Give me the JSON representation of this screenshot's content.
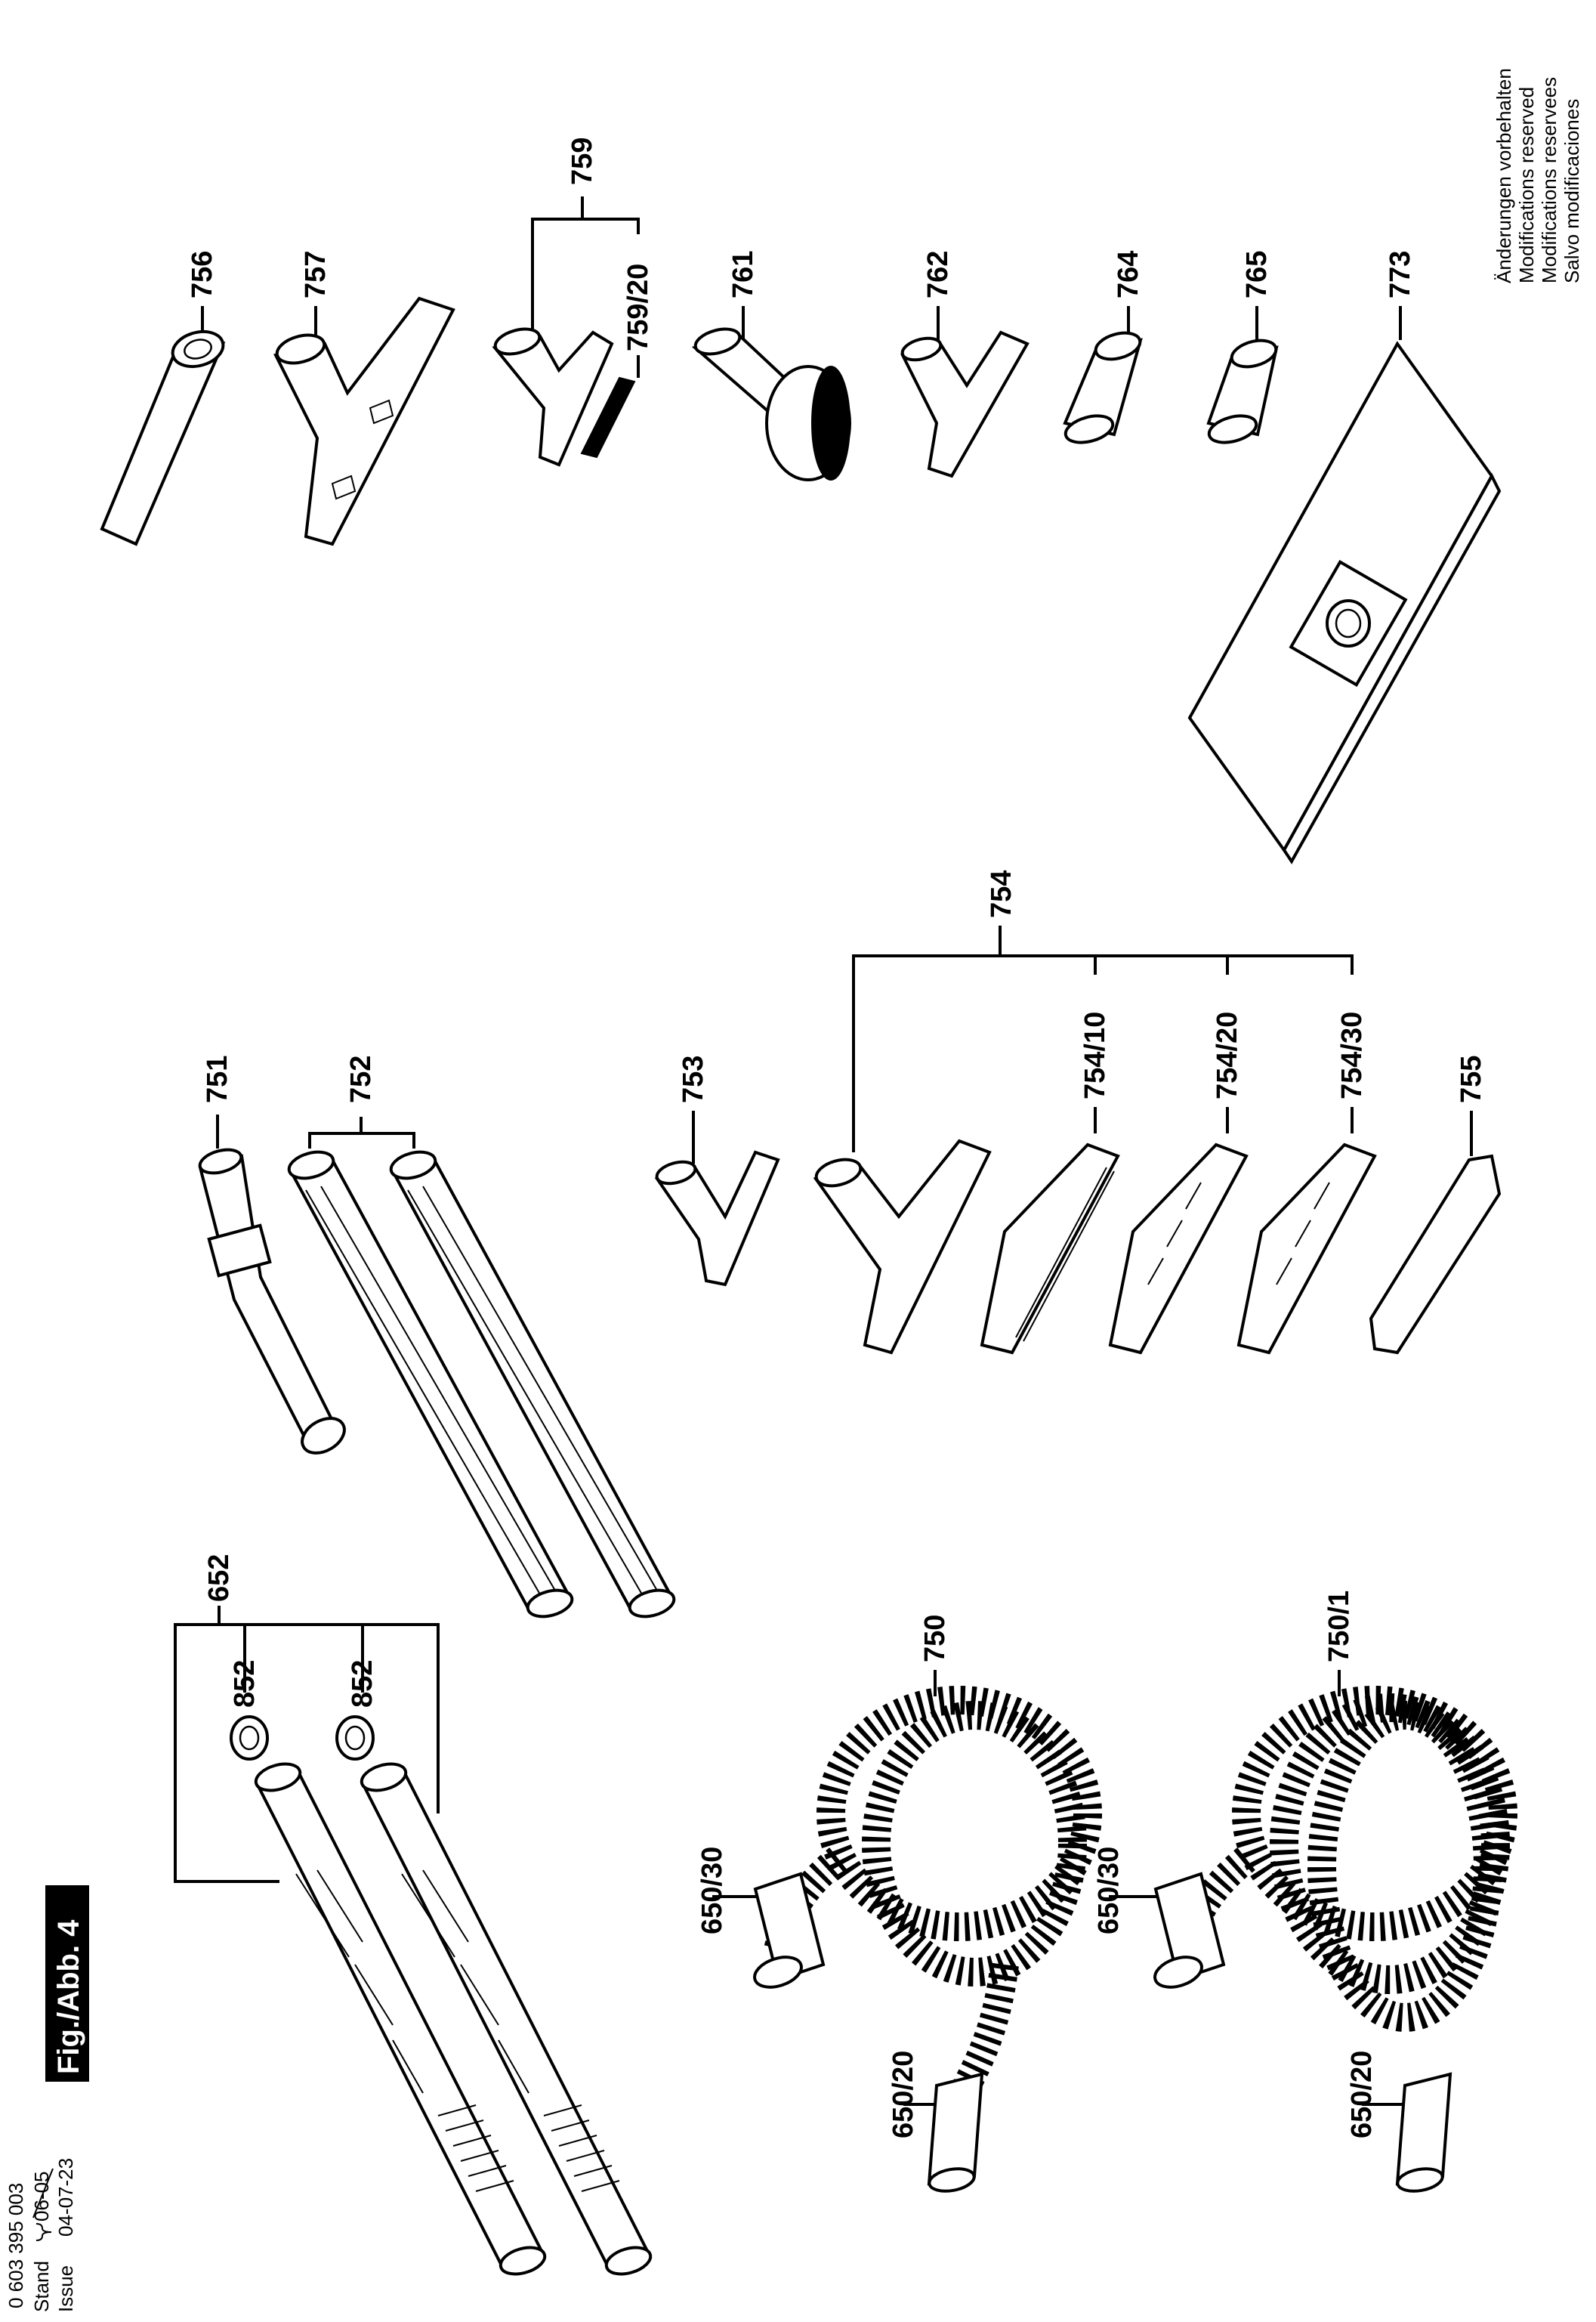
{
  "header": {
    "figure_label": "Fig./Abb. 4",
    "doc_number": "0 603 395 003",
    "stand_label": "Stand",
    "issue_label": "Issue",
    "old_date": "06-05",
    "date": "04-07-23"
  },
  "notice_lines": [
    "Änderungen vorbehalten",
    "Modifications reserved",
    "Modifications reservees",
    "Salvo modificaciones"
  ],
  "parts": {
    "p652": "652",
    "p852_a": "852",
    "p852_b": "852",
    "p751": "751",
    "p752": "752",
    "p753": "753",
    "p754": "754",
    "p754_10": "754/10",
    "p754_20": "754/20",
    "p754_30": "754/30",
    "p755": "755",
    "p756": "756",
    "p757": "757",
    "p759": "759",
    "p759_20": "759/20",
    "p761": "761",
    "p762": "762",
    "p764": "764",
    "p765": "765",
    "p773": "773",
    "p750": "750",
    "p750_1": "750/1",
    "p650_30_a": "650/30",
    "p650_20_a": "650/20",
    "p650_30_b": "650/30",
    "p650_20_b": "650/20"
  }
}
